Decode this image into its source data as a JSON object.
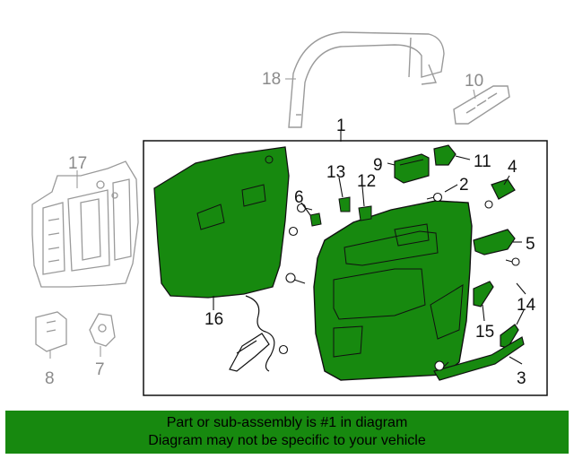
{
  "callouts": {
    "c1": "1",
    "c2": "2",
    "c3": "3",
    "c4": "4",
    "c5": "5",
    "c6": "6",
    "c7": "7",
    "c8": "8",
    "c9": "9",
    "c10": "10",
    "c11": "11",
    "c12": "12",
    "c13": "13",
    "c14": "14",
    "c15": "15",
    "c16": "16",
    "c17": "17",
    "c18": "18"
  },
  "banner": {
    "line1": "Part or sub-assembly is #1 in diagram",
    "line2": "Diagram may not be specific to your vehicle"
  },
  "colors": {
    "highlight": "#17890f",
    "banner_bg": "#17890f",
    "context_parts": "#8a8a8a",
    "outline": "#111111"
  }
}
